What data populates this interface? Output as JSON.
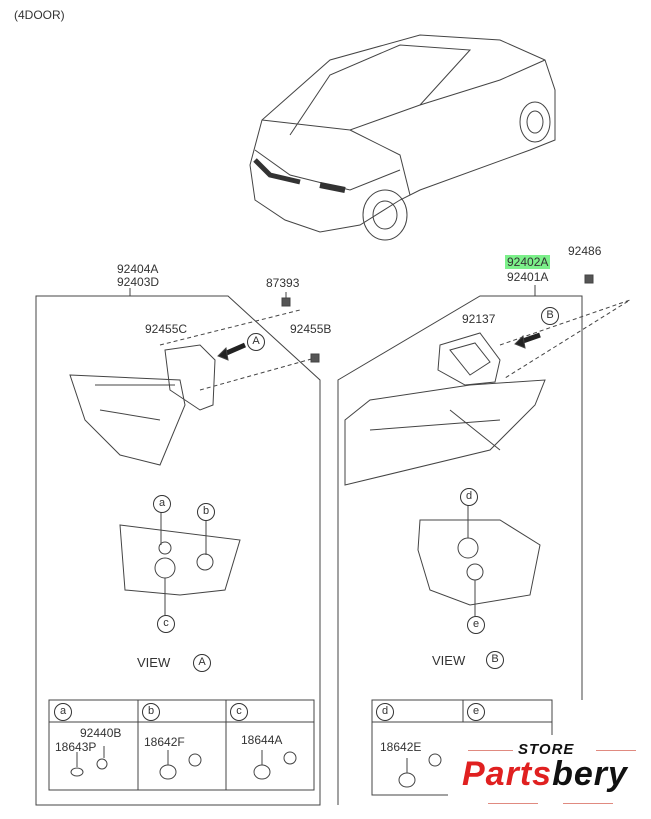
{
  "header": {
    "variant": "(4DOOR)"
  },
  "left_assembly": {
    "part_numbers": [
      "92404A",
      "92403D"
    ],
    "fastener": "87393",
    "gasket": "92455C",
    "nut": "92455B",
    "view_marker": "A",
    "view_label": "VIEW",
    "callouts": [
      "a",
      "b",
      "c"
    ]
  },
  "right_assembly": {
    "part_numbers": [
      "92402A",
      "92401A"
    ],
    "highlighted": "92402A",
    "highlight_color": "#7cf08a",
    "fastener": "92486",
    "gasket": "92137",
    "view_marker": "B",
    "view_label": "VIEW",
    "callouts": [
      "d",
      "e"
    ]
  },
  "bulb_table_left": [
    {
      "key": "a",
      "parts": [
        "92440B",
        "18643P"
      ]
    },
    {
      "key": "b",
      "parts": [
        "18642F"
      ]
    },
    {
      "key": "c",
      "parts": [
        "18644A"
      ]
    }
  ],
  "bulb_table_right": [
    {
      "key": "d",
      "parts": [
        "18642E"
      ]
    },
    {
      "key": "e",
      "parts": []
    }
  ],
  "watermark": {
    "store": "STORE",
    "brand_red": "Parts",
    "brand_black": "bery"
  }
}
